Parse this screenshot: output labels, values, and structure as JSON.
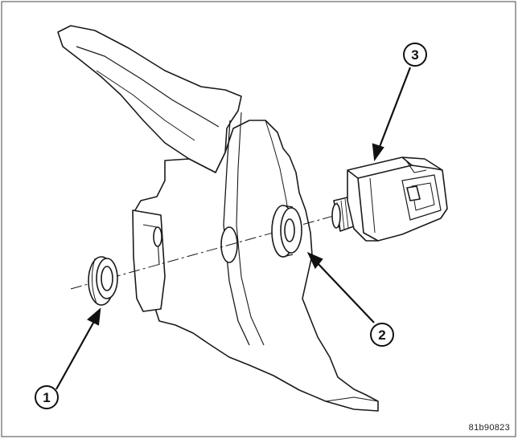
{
  "callouts": [
    {
      "id": "1",
      "label": "1"
    },
    {
      "id": "2",
      "label": "2"
    },
    {
      "id": "3",
      "label": "3"
    }
  ],
  "figure_code": "81b90823"
}
